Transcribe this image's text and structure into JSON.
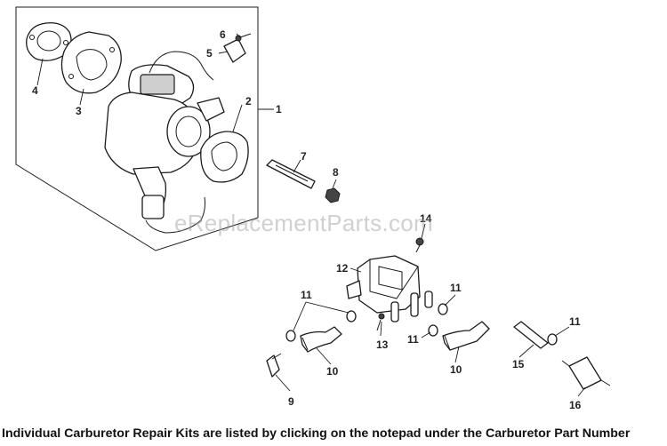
{
  "watermark": "eReplacementParts.com",
  "footer_note": "Individual Carburetor Repair Kits are listed by clicking on the notepad under the Carburetor Part Number",
  "callouts": {
    "c1": "1",
    "c2": "2",
    "c3": "3",
    "c4": "4",
    "c5": "5",
    "c6": "6",
    "c7": "7",
    "c8": "8",
    "c9": "9",
    "c10a": "10",
    "c10b": "10",
    "c11a": "11",
    "c11b": "11",
    "c11c": "11",
    "c11d": "11",
    "c12": "12",
    "c13": "13",
    "c14": "14",
    "c15": "15",
    "c16": "16"
  }
}
